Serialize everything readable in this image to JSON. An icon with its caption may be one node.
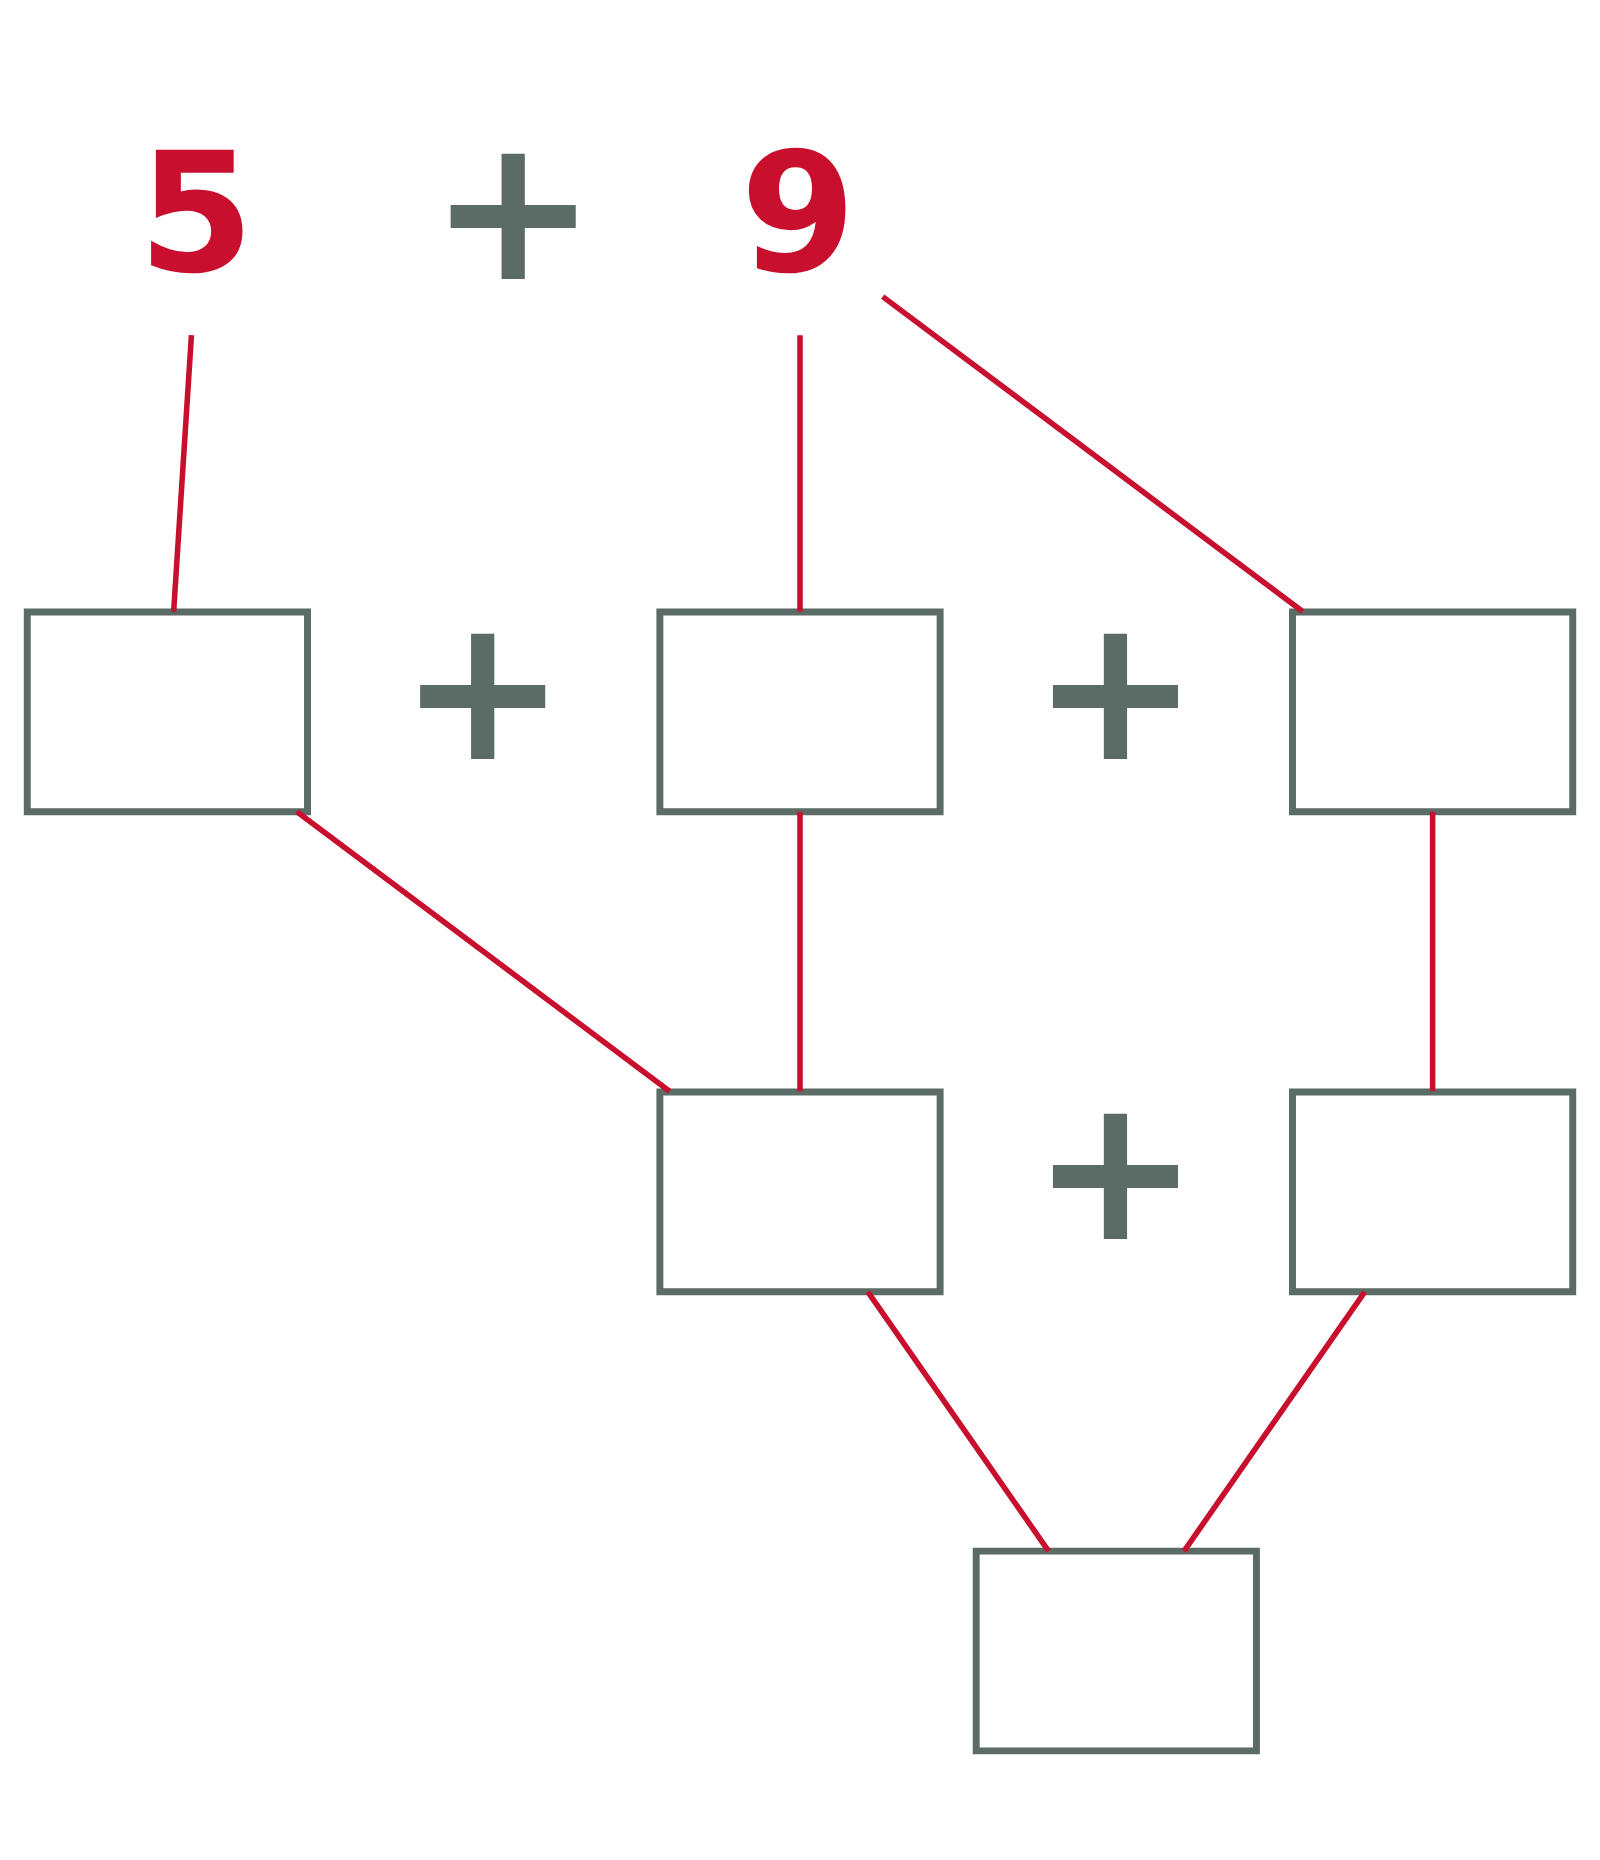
{
  "diagram": {
    "nodes": [
      {
        "text": [
          "5"
        ]
      },
      {
        "text": [
          "9"
        ]
      },
      {
        "text": [],
        "shape": "box"
      },
      {
        "text": [],
        "shape": "box"
      },
      {
        "text": [],
        "shape": "box"
      },
      {
        "text": [],
        "shape": "box"
      },
      {
        "text": [],
        "shape": "box"
      },
      {
        "text": [],
        "shape": "box"
      }
    ],
    "edges": [
      {
        "from": 0,
        "to": 2,
        "arrow": "none"
      },
      {
        "from": 1,
        "to": 3,
        "arrow": "none"
      },
      {
        "from": 1,
        "to": 4,
        "arrow": "none"
      },
      {
        "from": 2,
        "to": 5,
        "arrow": "none"
      },
      {
        "from": 3,
        "to": 5,
        "arrow": "none"
      },
      {
        "from": 4,
        "to": 6,
        "arrow": "none"
      },
      {
        "from": 5,
        "to": 7,
        "arrow": "none"
      },
      {
        "from": 6,
        "to": 7,
        "arrow": "none"
      }
    ],
    "labels": [
      "+",
      "+",
      "+",
      "+"
    ]
  }
}
